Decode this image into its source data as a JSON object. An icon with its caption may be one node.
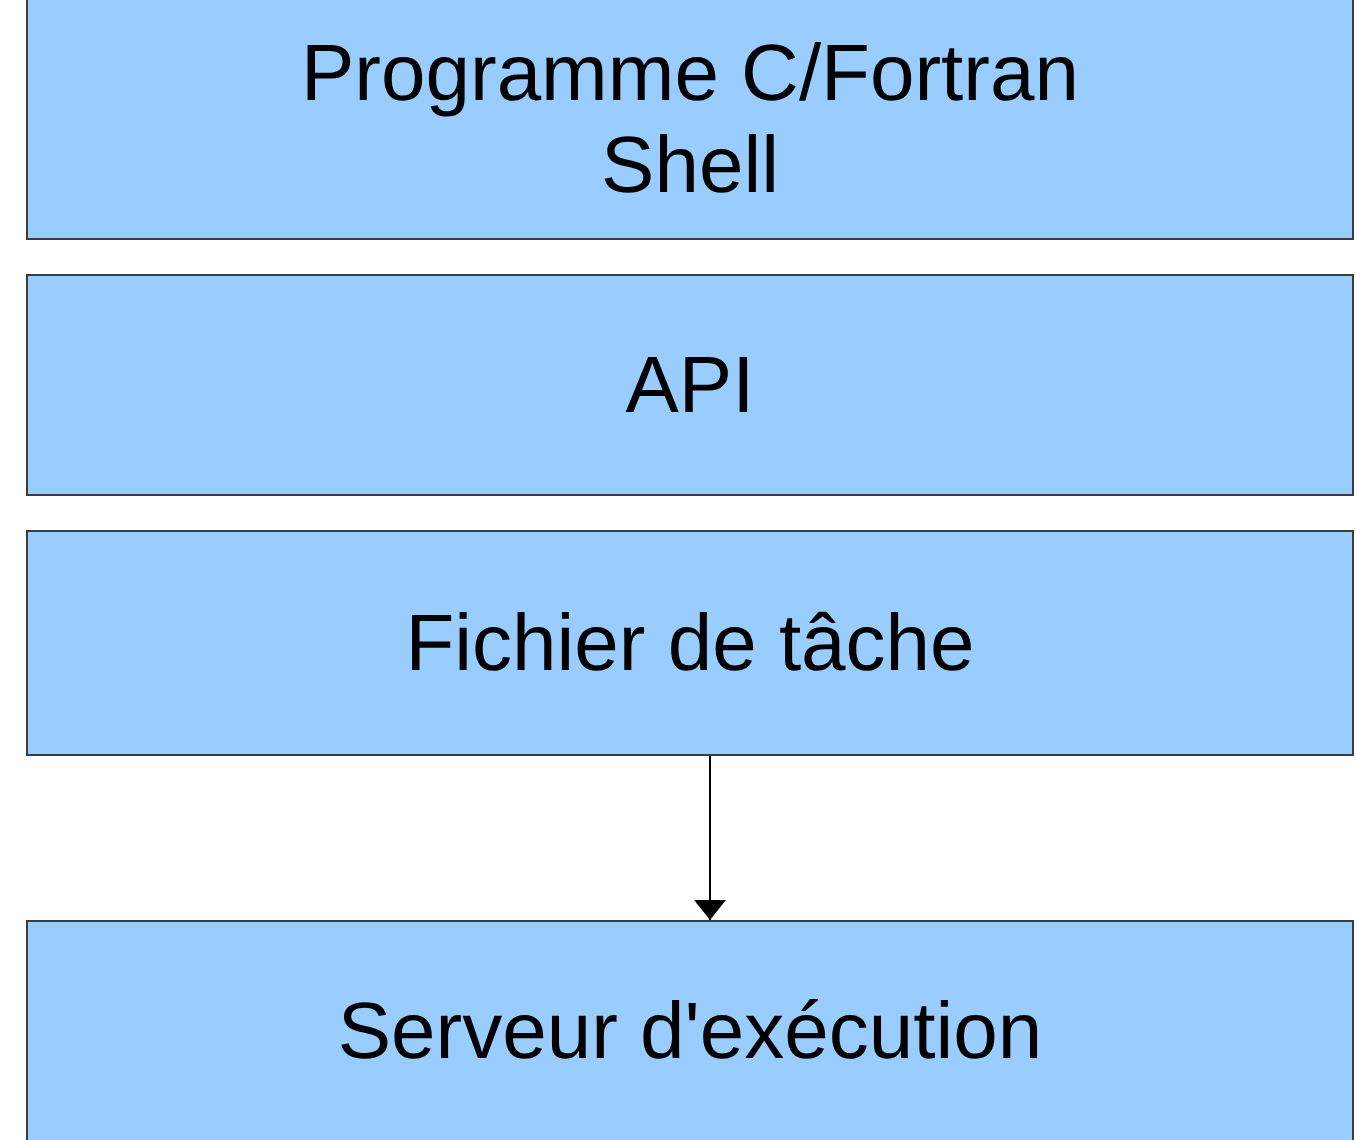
{
  "diagram": {
    "nodes": [
      {
        "text": [
          "Programme C/Fortran",
          "Shell"
        ]
      },
      {
        "text": [
          "API"
        ]
      },
      {
        "text": [
          "Fichier de tâche"
        ]
      },
      {
        "text": [
          "Serveur d'exécution"
        ]
      }
    ],
    "edges": [
      {
        "from": 2,
        "to": 3,
        "arrow": "to"
      }
    ]
  }
}
